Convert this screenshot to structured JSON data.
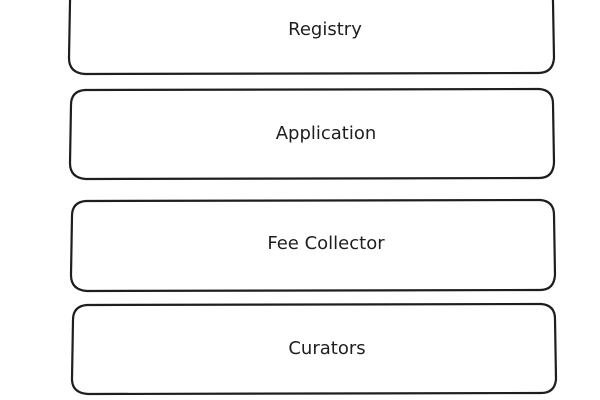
{
  "diagram": {
    "boxes": [
      {
        "label": "Registry"
      },
      {
        "label": "Application"
      },
      {
        "label": "Fee Collector"
      },
      {
        "label": "Curators"
      }
    ],
    "stroke_color": "#1e1e1e",
    "fill_color": "#ffffff"
  }
}
